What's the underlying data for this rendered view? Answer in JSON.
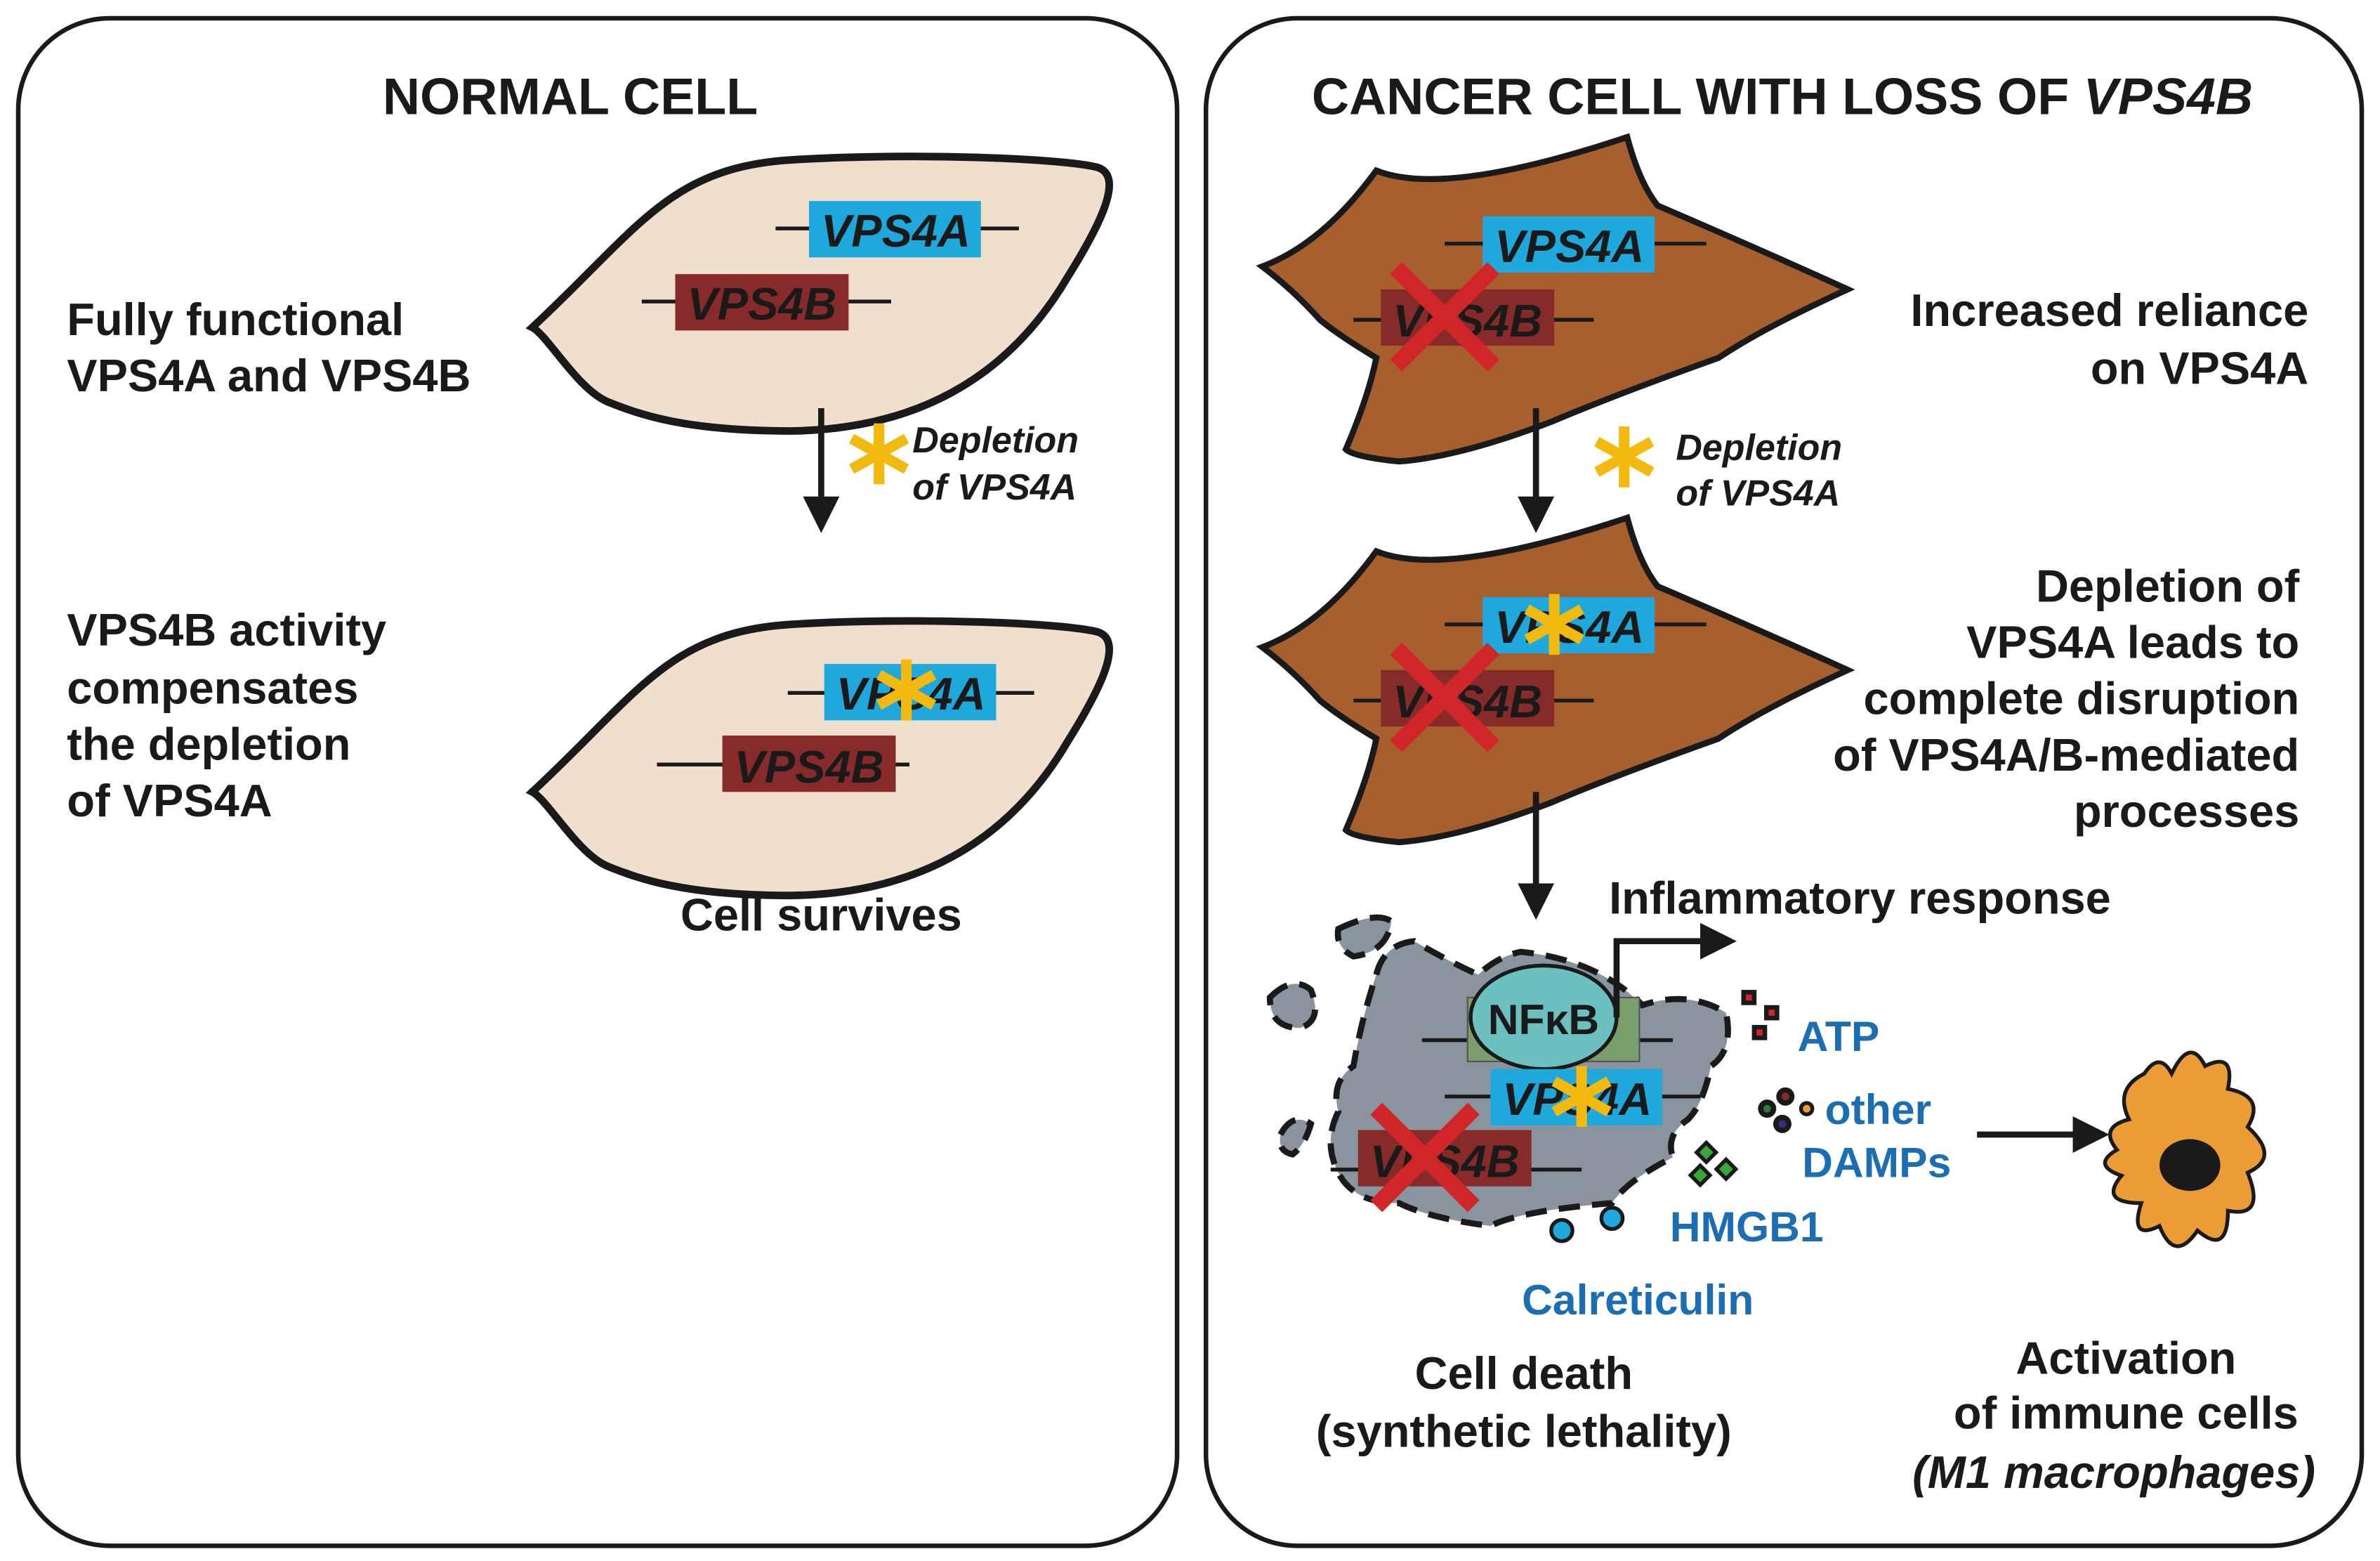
{
  "colors": {
    "normal_cell": "#f0dfcc",
    "cancer_cell": "#a85f2e",
    "dead_cell": "#8a949f",
    "vps4a": "#1ea8dc",
    "vps4b": "#862a2a",
    "nfkb_circle": "#6cc0c0",
    "nfkb_box": "#7a9e6c",
    "depletion_asterisk": "#f2b90f",
    "loss_cross": "#d0262a",
    "damp_text": "#1b6eb2",
    "macrophage": "#eb9c36"
  },
  "left_panel": {
    "title": "NORMAL CELL",
    "gene_a": "VPS4A",
    "gene_b": "VPS4B",
    "state1": [
      "Fully functional",
      "VPS4A and VPS4B"
    ],
    "depletion": [
      "Depletion",
      "of VPS4A"
    ],
    "state2": [
      "VPS4B activity",
      "compensates",
      "the depletion",
      "of VPS4A"
    ],
    "outcome": "Cell survives"
  },
  "right_panel": {
    "title_prefix": "CANCER CELL WITH LOSS OF ",
    "title_gene": "VPS4B",
    "gene_a": "VPS4A",
    "gene_b": "VPS4B",
    "nfkb": "NFκB",
    "state1": [
      "Increased reliance",
      "on VPS4A"
    ],
    "depletion": [
      "Depletion",
      "of VPS4A"
    ],
    "state2": [
      "Depletion of",
      "VPS4A leads to",
      "complete disruption",
      "of VPS4A/B-mediated",
      "processes"
    ],
    "inflammatory": "Inflammatory response",
    "damps": {
      "atp": "ATP",
      "other": [
        "other",
        "DAMPs"
      ],
      "hmgb1": "HMGB1",
      "calreticulin": "Calreticulin"
    },
    "outcome": [
      "Cell death",
      "(synthetic lethality)"
    ],
    "immune": [
      "Activation",
      "of immune cells",
      "(M1 macrophages)"
    ]
  }
}
